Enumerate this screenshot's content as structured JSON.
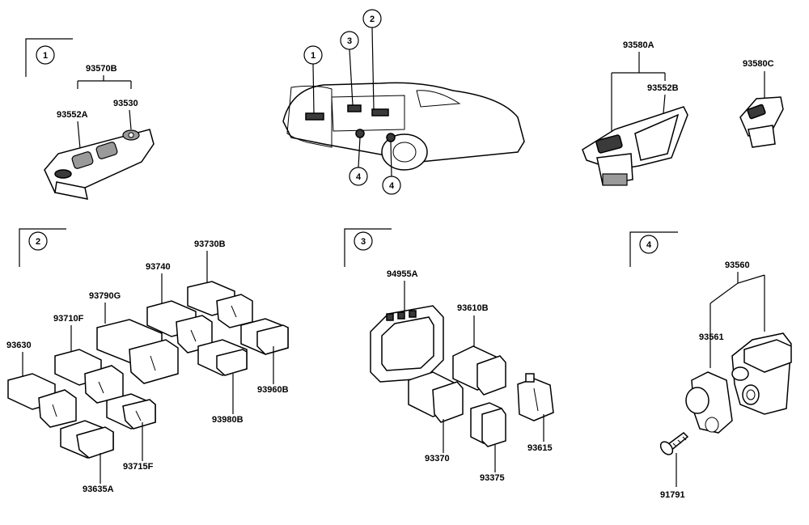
{
  "sections": [
    {
      "num": "1"
    },
    {
      "num": "2"
    },
    {
      "num": "3"
    },
    {
      "num": "4"
    }
  ],
  "car_callouts": [
    "1",
    "2",
    "3",
    "4",
    "4"
  ],
  "part_labels": {
    "p93570B": "93570B",
    "p93552A": "93552A",
    "p93530": "93530",
    "p93580A": "93580A",
    "p93552B": "93552B",
    "p93580C": "93580C",
    "p93730B": "93730B",
    "p93740": "93740",
    "p93790G": "93790G",
    "p93710F": "93710F",
    "p93630": "93630",
    "p93960B": "93960B",
    "p93980B": "93980B",
    "p93715F": "93715F",
    "p93635A": "93635A",
    "p94955A": "94955A",
    "p93610B": "93610B",
    "p93370": "93370",
    "p93375": "93375",
    "p93615": "93615",
    "p93560": "93560",
    "p93561": "93561",
    "p91791": "91791"
  }
}
